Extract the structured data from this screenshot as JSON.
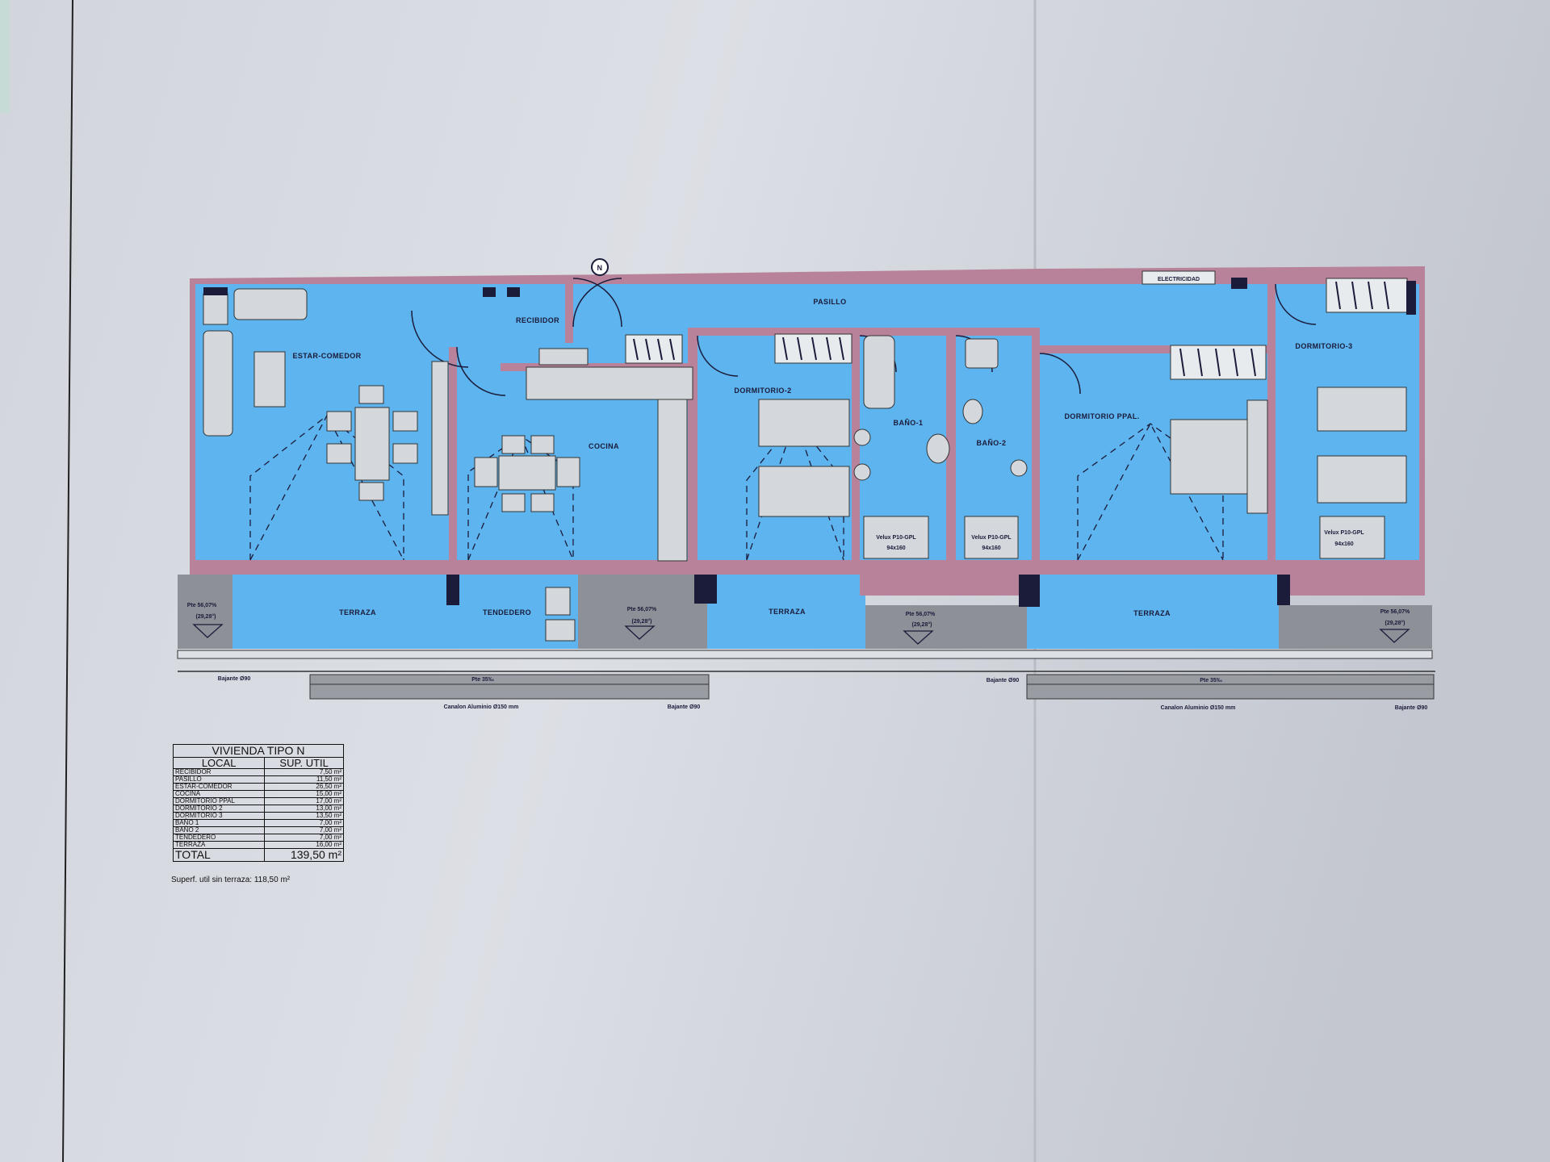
{
  "colors": {
    "room_fill": "#5db4ee",
    "wall": "#b8839a",
    "terrace_grey": "#8e9098",
    "furniture": "#d4d8dd",
    "paper": "#d4d7de"
  },
  "north_mark": "N",
  "rooms": {
    "estar_comedor": "ESTAR-COMEDOR",
    "recibidor": "RECIBIDOR",
    "pasillo": "PASILLO",
    "cocina": "COCINA",
    "dormitorio_2": "DORMITORIO-2",
    "bano_1": "BAÑO-1",
    "bano_2": "BAÑO-2",
    "dormitorio_ppal": "DORMITORIO PPAL.",
    "dormitorio_3": "DORMITORIO-3",
    "electricidad": "ELECTRICIDAD",
    "terraza_1": "TERRAZA",
    "tendedero": "TENDEDERO",
    "terraza_2": "TERRAZA",
    "terraza_3": "TERRAZA"
  },
  "skylights": [
    {
      "name": "Velux P10-GPL",
      "size": "94x160"
    },
    {
      "name": "Velux P10-GPL",
      "size": "94x160"
    },
    {
      "name": "Velux P10-GPL",
      "size": "94x160"
    }
  ],
  "slopes": [
    {
      "pct": "Pte 56,07%",
      "area": "(29,28°)"
    },
    {
      "pct": "Pte 56,07%",
      "area": "(29,28°)"
    },
    {
      "pct": "Pte 56,07%",
      "area": "(29,28°)"
    },
    {
      "pct": "Pte 56,07%",
      "area": "(29,28°)"
    }
  ],
  "drainage": {
    "bajante_1": "Bajante Ø90",
    "bajante_2": "Bajante Ø90",
    "bajante_3": "Bajante Ø90",
    "bajante_4": "Bajante Ø90",
    "pte_1": "Pte 35‰",
    "pte_2": "Pte 35‰",
    "canalon_1": "Canalon Aluminio Ø150 mm",
    "canalon_2": "Canalon Aluminio Ø150 mm"
  },
  "area_table": {
    "title": "VIVIENDA TIPO N",
    "col_local": "LOCAL",
    "col_sup": "SUP. UTIL",
    "rows": [
      {
        "local": "RECIBIDOR",
        "sup": "7,50 m²"
      },
      {
        "local": "PASILLO",
        "sup": "11,50 m²"
      },
      {
        "local": "ESTAR-COMEDOR",
        "sup": "26,50 m²"
      },
      {
        "local": "COCINA",
        "sup": "15,00 m²"
      },
      {
        "local": "DORMITORIO PPAL",
        "sup": "17,00 m²"
      },
      {
        "local": "DORMITORIO 2",
        "sup": "13,00 m²"
      },
      {
        "local": "DORMITORIO 3",
        "sup": "13,50 m²"
      },
      {
        "local": "BAÑO 1",
        "sup": "7,00 m²"
      },
      {
        "local": "BAÑO 2",
        "sup": "7,00 m²"
      },
      {
        "local": "TENDEDERO",
        "sup": "7,00 m²"
      },
      {
        "local": "TERRAZA",
        "sup": "16,00 m²"
      }
    ],
    "total_label": "TOTAL",
    "total_value": "139,50 m²"
  },
  "footnote": "Superf. util sin terraza: 118,50 m²"
}
